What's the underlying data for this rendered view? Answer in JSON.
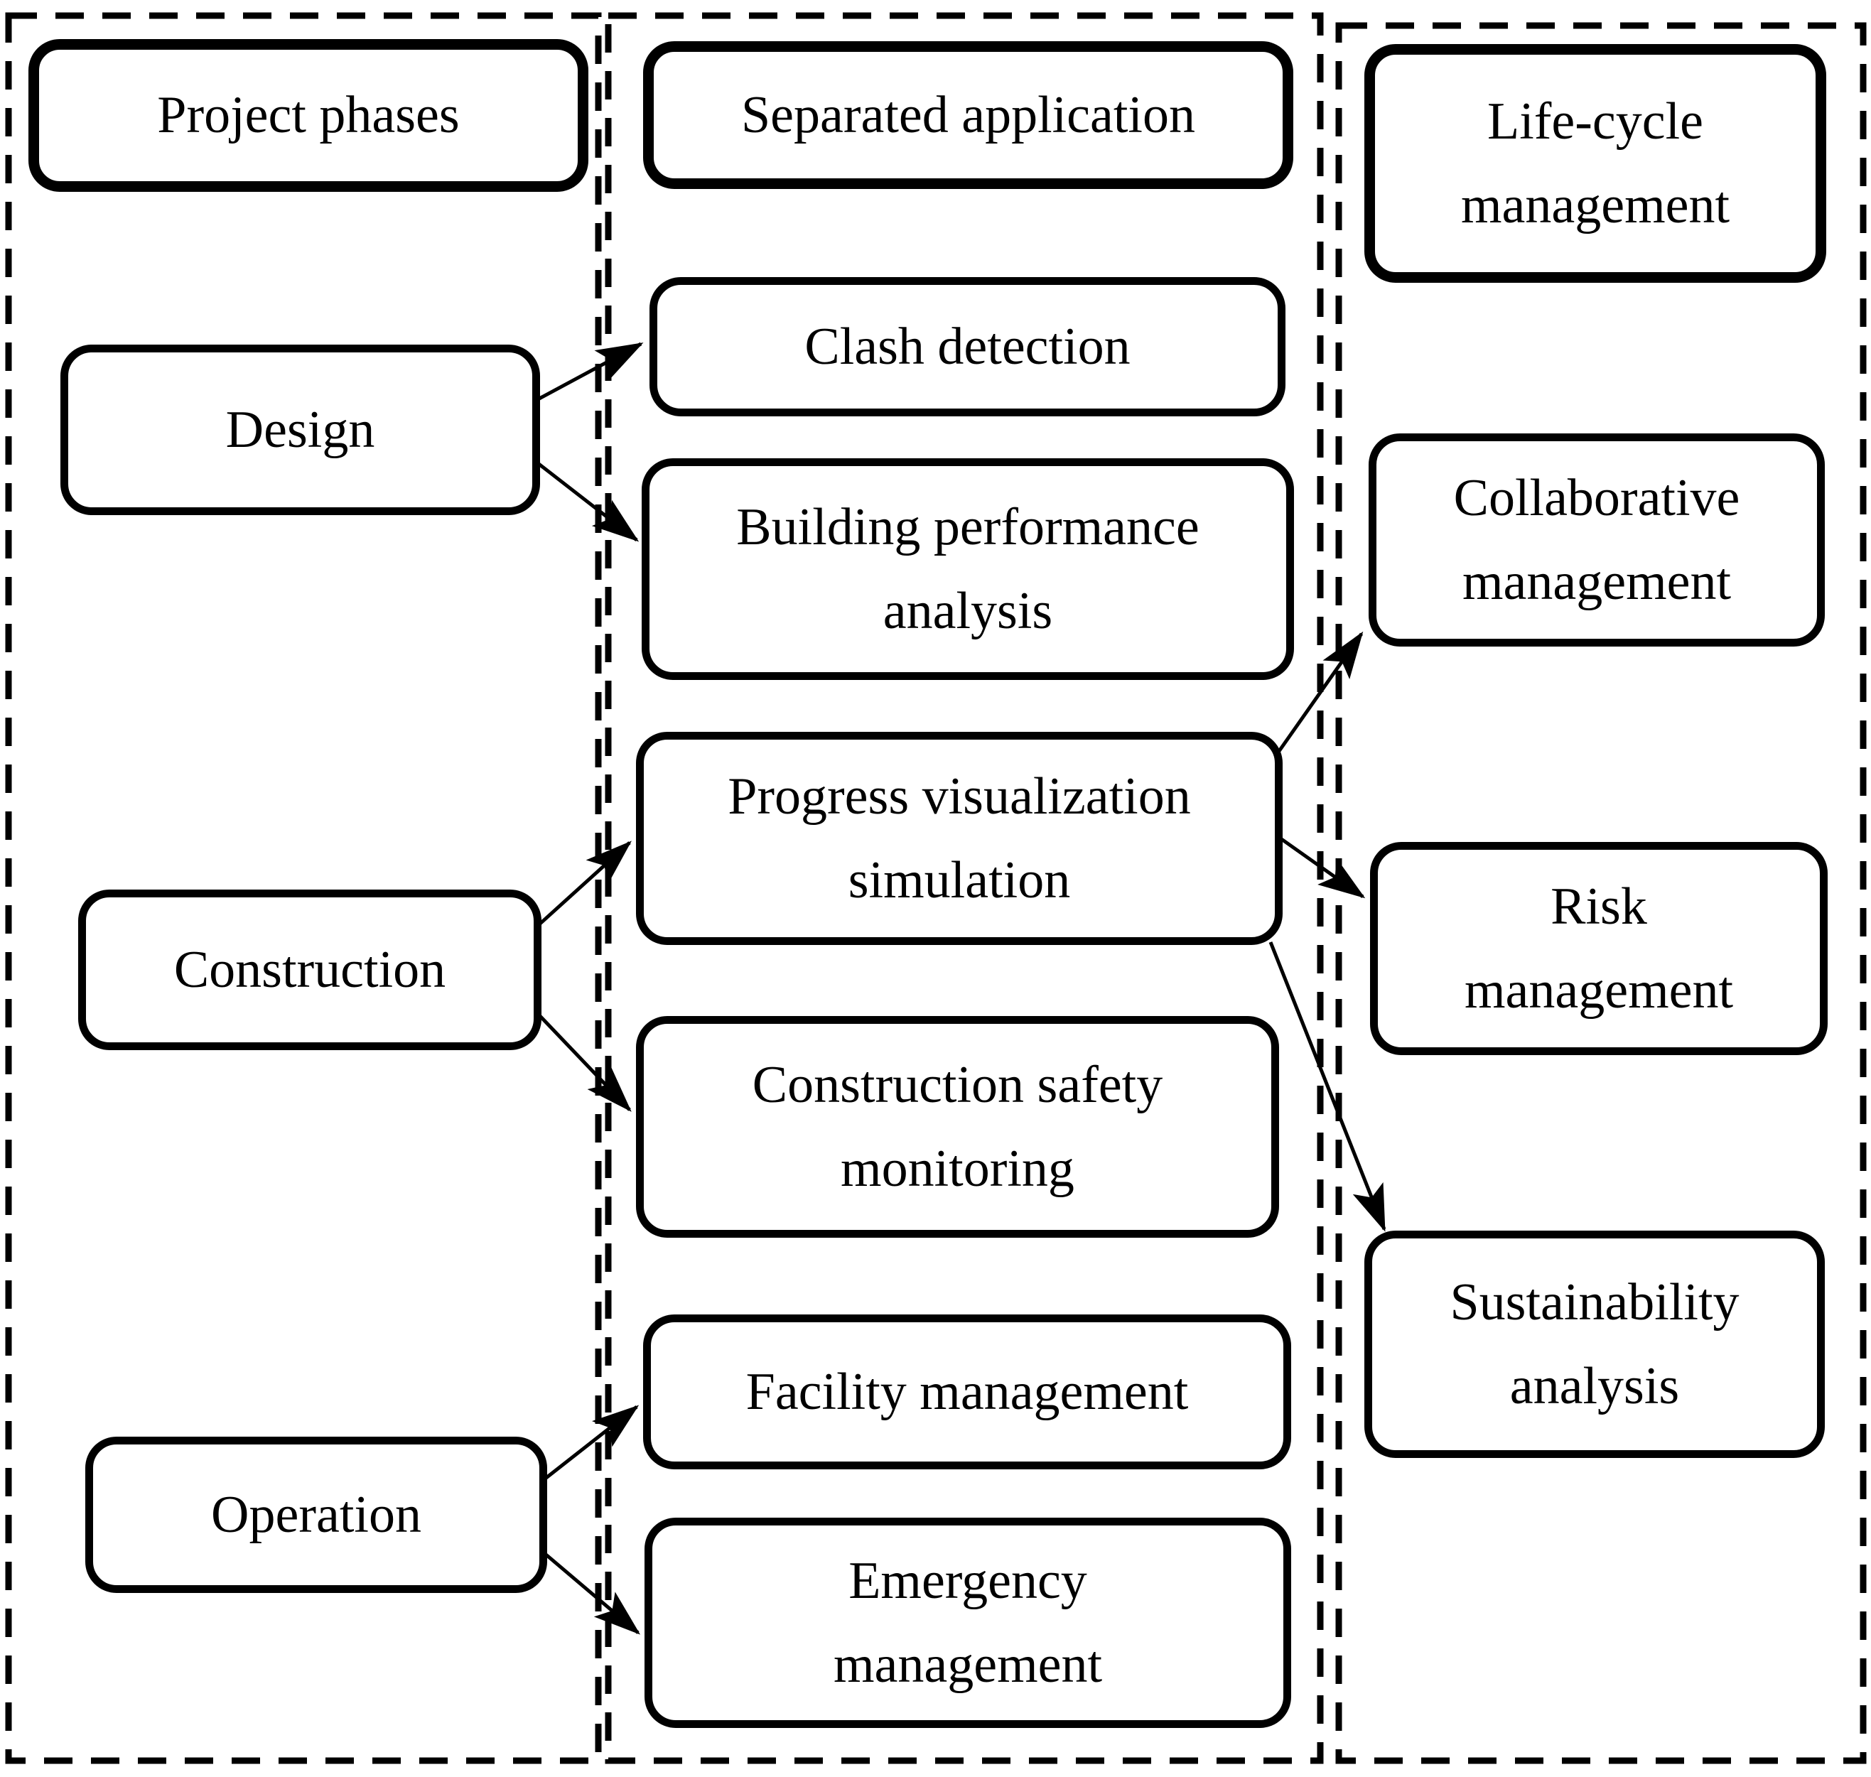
{
  "diagram": {
    "boxes": {
      "project_phases": {
        "label": "Project phases"
      },
      "design": {
        "label": "Design"
      },
      "construction": {
        "label": "Construction"
      },
      "operation": {
        "label": "Operation"
      },
      "separated_application": {
        "label": "Separated application"
      },
      "clash_detection": {
        "label": "Clash detection"
      },
      "building_performance_analysis": {
        "label": "Building performance\nanalysis"
      },
      "progress_visualization_simulation": {
        "label": "Progress visualization\nsimulation"
      },
      "construction_safety_monitoring": {
        "label": "Construction safety\nmonitoring"
      },
      "facility_management": {
        "label": "Facility management"
      },
      "emergency_management": {
        "label": "Emergency\nmanagement"
      },
      "life_cycle_management": {
        "label": "Life-cycle\nmanagement"
      },
      "collaborative_management": {
        "label": "Collaborative\nmanagement"
      },
      "risk_management": {
        "label": "Risk\nmanagement"
      },
      "sustainability_analysis": {
        "label": "Sustainability\nanalysis"
      }
    },
    "columns": [
      {
        "header_key": "project_phases",
        "item_keys": [
          "design",
          "construction",
          "operation"
        ]
      },
      {
        "header_key": "separated_application",
        "item_keys": [
          "clash_detection",
          "building_performance_analysis",
          "progress_visualization_simulation",
          "construction_safety_monitoring",
          "facility_management",
          "emergency_management"
        ]
      },
      {
        "header_key": "life_cycle_management",
        "item_keys": [
          "collaborative_management",
          "risk_management",
          "sustainability_analysis"
        ]
      }
    ],
    "edges": [
      {
        "from": "design",
        "to": "clash_detection"
      },
      {
        "from": "design",
        "to": "building_performance_analysis"
      },
      {
        "from": "construction",
        "to": "progress_visualization_simulation"
      },
      {
        "from": "construction",
        "to": "construction_safety_monitoring"
      },
      {
        "from": "operation",
        "to": "facility_management"
      },
      {
        "from": "operation",
        "to": "emergency_management"
      },
      {
        "from": "progress_visualization_simulation",
        "to": "collaborative_management"
      },
      {
        "from": "progress_visualization_simulation",
        "to": "risk_management"
      },
      {
        "from": "progress_visualization_simulation",
        "to": "sustainability_analysis"
      }
    ],
    "colors": {
      "line": "#000000",
      "box_fill": "#ffffff",
      "background": "#ffffff"
    }
  }
}
